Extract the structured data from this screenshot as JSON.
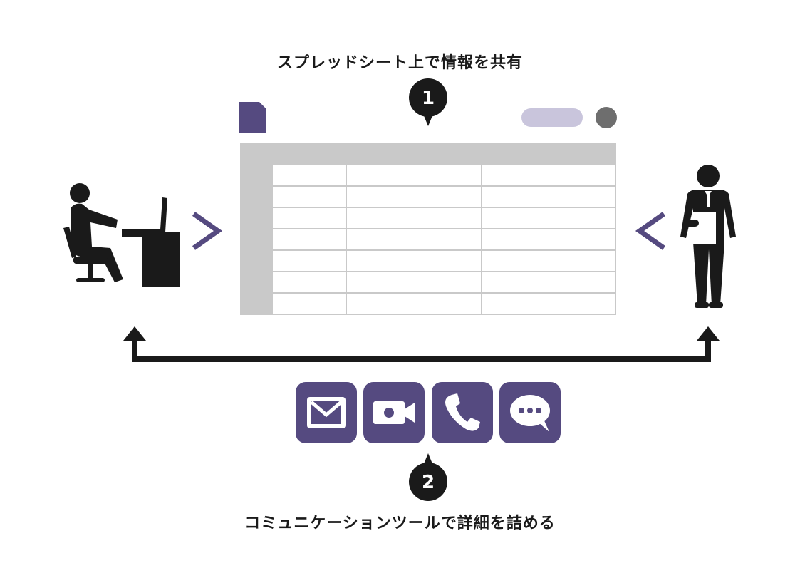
{
  "captions": {
    "top": "スプレッドシート上で情報を共有",
    "bottom": "コミュニケーションツールで詳細を詰める"
  },
  "steps": [
    "1",
    "2"
  ],
  "tools": [
    {
      "icon": "mail-icon"
    },
    {
      "icon": "video-camera-icon"
    },
    {
      "icon": "phone-icon"
    },
    {
      "icon": "chat-bubble-icon"
    }
  ],
  "colors": {
    "accent": "#554a80",
    "dark": "#1a1a1a",
    "grid": "#c9c9c9",
    "pill": "#c9c5dc",
    "dot": "#6e6e6e"
  }
}
